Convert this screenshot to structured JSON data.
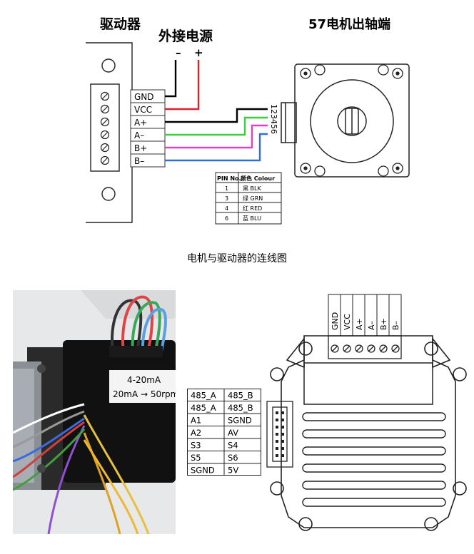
{
  "top": {
    "driver_title": "驱动器",
    "power_title": "外接电源",
    "power_minus": "–",
    "power_plus": "+",
    "motor_title": "57电机出轴端",
    "driver_terminals": [
      "GND",
      "VCC",
      "A+",
      "A–",
      "B+",
      "B–"
    ],
    "motor_pins": "123456",
    "pin_table": {
      "headers": [
        "PIN No.",
        "颜色 Colour"
      ],
      "rows": [
        {
          "pin": "1",
          "colour": "黑 BLK"
        },
        {
          "pin": "3",
          "colour": "绿 GRN"
        },
        {
          "pin": "4",
          "colour": "红 RED"
        },
        {
          "pin": "6",
          "colour": "蓝 BLU"
        }
      ]
    },
    "wire_colors": {
      "black": "#000000",
      "red": "#e0202a",
      "green": "#3ccc3c",
      "magenta": "#e040c0",
      "blue": "#2f6fd6"
    }
  },
  "caption": "电机与驱动器的连线图",
  "bottom": {
    "label_line1": "4-20mA",
    "label_line2": "20mA → 50rpm",
    "connector_labels": [
      "GND",
      "VCC",
      "A+",
      "A–",
      "B+",
      "B–"
    ],
    "signal_table": [
      [
        "485_A",
        "485_B"
      ],
      [
        "485_A",
        "485_B"
      ],
      [
        "A1",
        "SGND"
      ],
      [
        "A2",
        "AV"
      ],
      [
        "S3",
        "S4"
      ],
      [
        "S5",
        "S6"
      ],
      [
        "SGND",
        "5V"
      ]
    ]
  }
}
